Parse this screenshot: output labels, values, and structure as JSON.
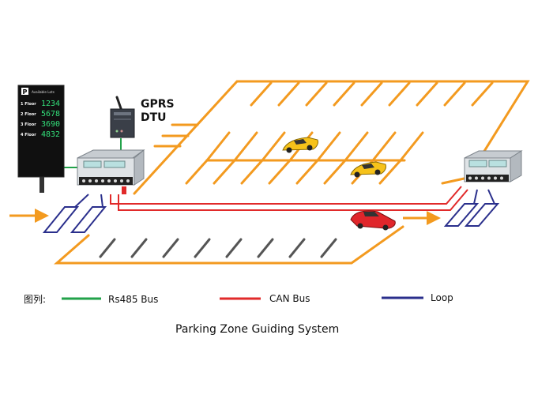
{
  "title": "Parking Zone Guiding System",
  "sign": {
    "logo": "P",
    "header": "Available Lots",
    "rows": [
      {
        "label": "1 Floor",
        "value": "1234"
      },
      {
        "label": "2 Floor",
        "value": "5678"
      },
      {
        "label": "3 Floor",
        "value": "3690"
      },
      {
        "label": "4 Floor",
        "value": "4832"
      }
    ]
  },
  "dtu": {
    "line1": "GPRS",
    "line2": "DTU"
  },
  "legend": {
    "prefix": "图列:",
    "items": [
      {
        "label": "Rs485 Bus",
        "color": "#22a24a"
      },
      {
        "label": "CAN Bus",
        "color": "#e12a2a"
      },
      {
        "label": "Loop",
        "color": "#2a2f8c"
      }
    ]
  },
  "colors": {
    "lot_lines": "#f39a1f",
    "arrow": "#f39a1f",
    "bottom_spaces": "#555555",
    "sign_digits": "#33e07a",
    "car_yellow": "#f6c21a",
    "car_red": "#e0262b"
  }
}
